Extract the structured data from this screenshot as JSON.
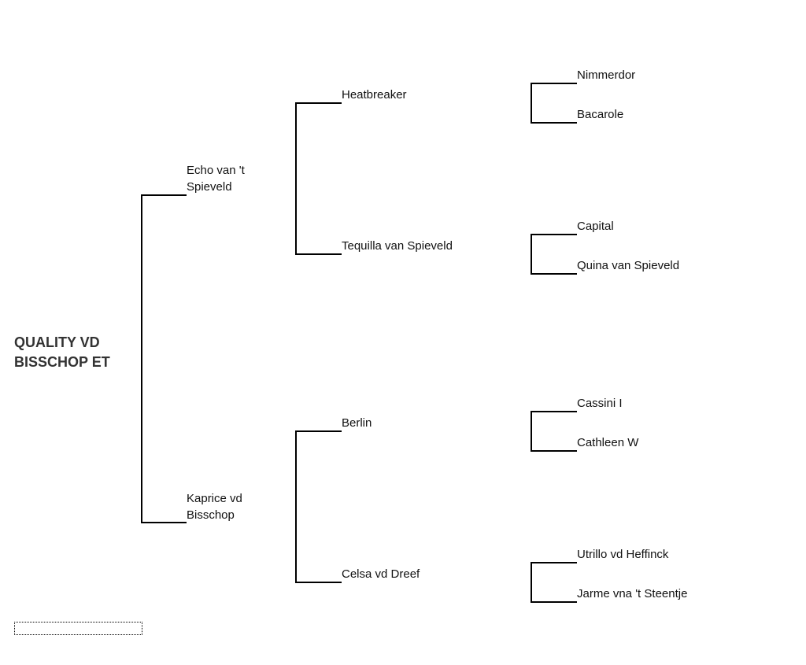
{
  "pedigree": {
    "subject": "QUALITY VD BISSCHOP ET",
    "sire": {
      "name": "Echo van 't Spieveld",
      "sire": {
        "name": "Heatbreaker",
        "sire": "Nimmerdor",
        "dam": "Bacarole"
      },
      "dam": {
        "name": "Tequilla van Spieveld",
        "sire": "Capital",
        "dam": "Quina van Spieveld"
      }
    },
    "dam": {
      "name": "Kaprice vd Bisschop",
      "sire": {
        "name": "Berlin",
        "sire": "Cassini I",
        "dam": "Cathleen W"
      },
      "dam": {
        "name": "Celsa vd Dreef",
        "sire": "Utrillo vd Heffinck",
        "dam": "Jarme vna 't Steentje"
      }
    }
  },
  "footer": {
    "box_text": ""
  }
}
